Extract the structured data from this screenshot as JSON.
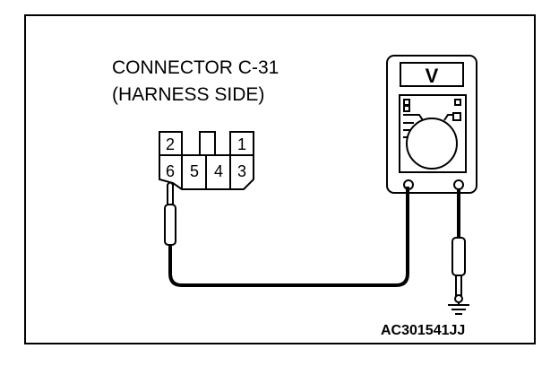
{
  "connector": {
    "title": "CONNECTOR C-31",
    "subtitle": "(HARNESS SIDE)",
    "pins_top": [
      "2",
      "1"
    ],
    "pins_bottom": [
      "6",
      "5",
      "4",
      "3"
    ]
  },
  "meter": {
    "display": "V"
  },
  "figure_id": "AC301541JJ"
}
